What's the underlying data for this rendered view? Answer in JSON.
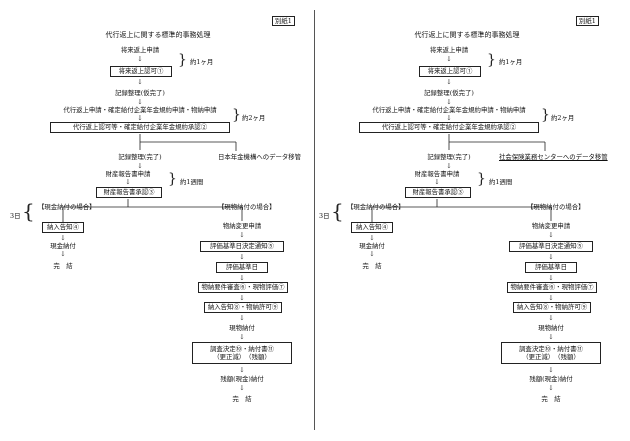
{
  "left": {
    "tag": "別紙1",
    "title": "代行返上に関する標準的事務処理",
    "step_apply": "将来返上申請",
    "box_approve1": "将来返上認可①",
    "period1": "約1ヶ月",
    "step_record1": "記録整理(仮完了)",
    "step_apply2": "代行返上申請・確定給付企業年金規約申請・物納申請",
    "box_approve2": "代行返上認可等・確定給付企業年金規約承認②",
    "period2": "約2ヶ月",
    "step_record2": "記録整理(完了)",
    "transfer": "日本年金機構へのデータ移管",
    "step_report": "財産報告書申請",
    "box_approve3": "財産報告書承認③",
    "period3": "約1週間",
    "days": "3日",
    "cash_case": "【現金納付の場合】",
    "goods_case": "【現物納付の場合】",
    "box_notice4": "納入告知④",
    "cash_pay": "現金納付",
    "done1": "完　結",
    "goods_change": "物納変更申請",
    "box_notice5": "評価基準日決定通知⑤",
    "box_eval_date": "評価基準日",
    "box_review": "物納要件審査⑥・現物評価⑦",
    "box_permit": "納入告知⑧・物納許可⑨",
    "goods_pay": "現物納付",
    "box_decision_a": "調査決定⑩・納付書⑪",
    "box_decision_b": "（更正減）　（残額）",
    "rest_pay": "残額(現金)納付",
    "done2": "完　結"
  },
  "right": {
    "tag": "別紙1",
    "title": "代行返上に関する標準的事務処理",
    "step_apply": "将来返上申請",
    "box_approve1": "将来返上認可①",
    "period1": "約1ヶ月",
    "step_record1": "記録整理(仮完了)",
    "step_apply2": "代行返上申請・確定給付企業年金規約申請・物納申請",
    "box_approve2": "代行返上認可等・確定給付企業年金規約承認②",
    "period2": "約2ヶ月",
    "step_record2": "記録整理(完了)",
    "transfer": "社会保険業務センターへのデータ移管",
    "step_report": "財産報告書申請",
    "box_approve3": "財産報告書承認③",
    "period3": "約1週間",
    "days": "3日",
    "cash_case": "【現金納付の場合】",
    "goods_case": "【現物納付の場合】",
    "box_notice4": "納入告知④",
    "cash_pay": "現金納付",
    "done1": "完　結",
    "goods_change": "物納変更申請",
    "box_notice5": "評価基準日決定通知⑤",
    "box_eval_date": "評価基準日",
    "box_review": "物納要件審査⑥・現物評価⑦",
    "box_permit": "納入告知⑧・物納許可⑨",
    "goods_pay": "現物納付",
    "box_decision_a": "調査決定⑩・納付書⑪",
    "box_decision_b": "（更正減）　（残額）",
    "rest_pay": "残額(現金)納付",
    "done2": "完　結"
  }
}
